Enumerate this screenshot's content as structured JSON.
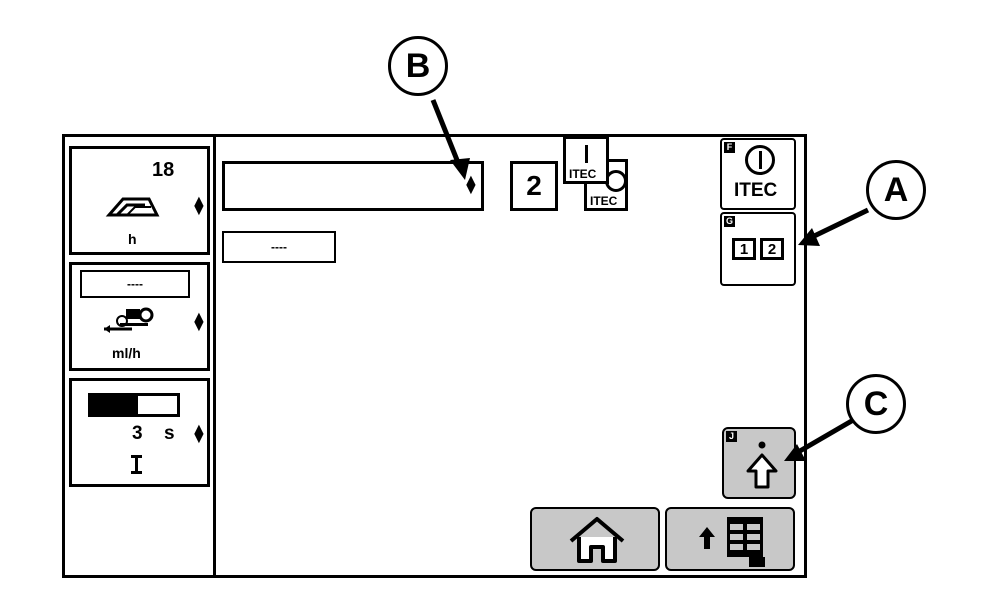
{
  "callouts": {
    "a": "A",
    "b": "B",
    "c": "C"
  },
  "left_panel": {
    "module1": {
      "value": "18",
      "unit": "h",
      "icon": "work-area-hours-icon"
    },
    "module2": {
      "value": "----",
      "unit": "ml/h",
      "icon": "sprayer-rate-icon"
    },
    "module3": {
      "value": "3",
      "unit": "s",
      "progress": 0.55
    }
  },
  "main": {
    "dropdown_value": "",
    "small_field_value": "----",
    "gear_indicator": "2",
    "itec_label": "ITEC"
  },
  "right_keys": {
    "f": {
      "letter": "F",
      "label": "ITEC"
    },
    "g": {
      "letter": "G",
      "digits": [
        "1",
        "2"
      ]
    },
    "j": {
      "letter": "J"
    }
  },
  "bottom": {
    "home_icon": "home-icon",
    "menu_icon": "menu-icon"
  }
}
